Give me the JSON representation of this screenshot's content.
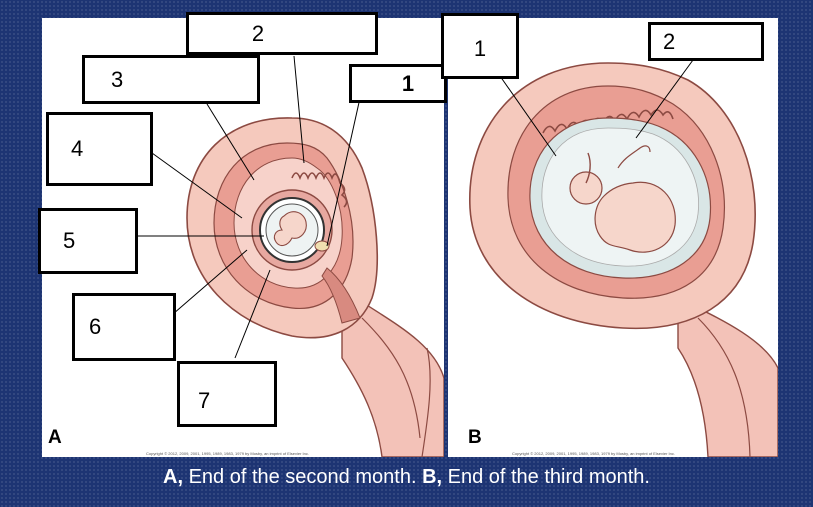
{
  "panel_a": {
    "letter": "A",
    "copyright": "Copyright © 2012, 2009, 2001, 1995, 1989, 1983, 1979 by Mosby, an imprint of Elsevier Inc.",
    "labels": [
      "2",
      "3",
      "1",
      "4",
      "5",
      "6",
      "7"
    ]
  },
  "panel_b": {
    "letter": "B",
    "copyright": "Copyright © 2012, 2009, 2001, 1995, 1989, 1983, 1979 by Mosby, an imprint of Elsevier Inc.",
    "labels": [
      "1",
      "2"
    ]
  },
  "caption": {
    "a_letter": "A,",
    "a_text": " End of the second month. ",
    "b_letter": "B,",
    "b_text": " End of the third month."
  }
}
